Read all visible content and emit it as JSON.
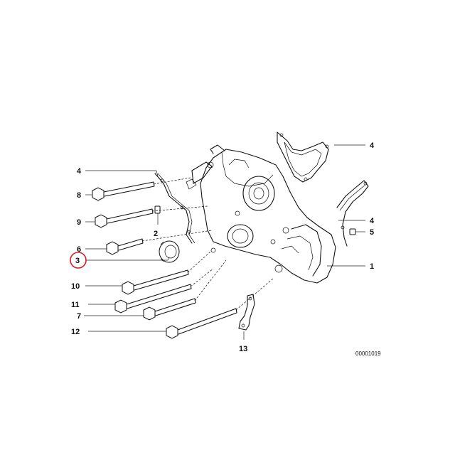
{
  "diagram": {
    "drawing_code": "00001019",
    "highlighted_part": "3",
    "highlight_color": "#d42020",
    "callouts": [
      {
        "id": "callout-1",
        "label": "1"
      },
      {
        "id": "callout-2",
        "label": "2"
      },
      {
        "id": "callout-3",
        "label": "3"
      },
      {
        "id": "callout-4-top",
        "label": "4"
      },
      {
        "id": "callout-4-left",
        "label": "4"
      },
      {
        "id": "callout-4-right",
        "label": "4"
      },
      {
        "id": "callout-5",
        "label": "5"
      },
      {
        "id": "callout-6",
        "label": "6"
      },
      {
        "id": "callout-7",
        "label": "7"
      },
      {
        "id": "callout-8",
        "label": "8"
      },
      {
        "id": "callout-9",
        "label": "9"
      },
      {
        "id": "callout-10",
        "label": "10"
      },
      {
        "id": "callout-11",
        "label": "11"
      },
      {
        "id": "callout-12",
        "label": "12"
      },
      {
        "id": "callout-13",
        "label": "13"
      }
    ]
  }
}
